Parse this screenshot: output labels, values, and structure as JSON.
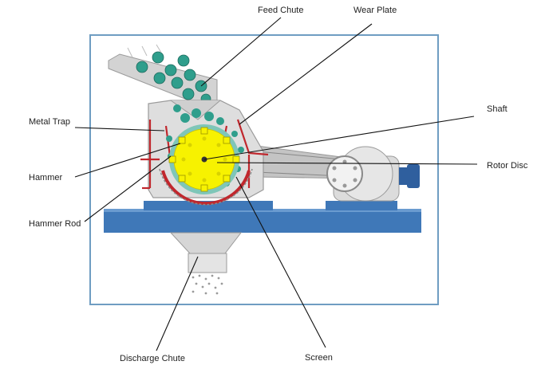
{
  "labels": {
    "feed_chute": "Feed Chute",
    "wear_plate": "Wear Plate",
    "metal_trap": "Metal Trap",
    "shaft": "Shaft",
    "hammer": "Hammer",
    "rotor_disc": "Rotor Disc",
    "hammer_rod": "Hammer Rod",
    "discharge_chute": "Discharge Chute",
    "screen": "Screen"
  },
  "colors": {
    "frame": "#6f9dc2",
    "base": "#3f78b8",
    "casing": "#d9d9d9",
    "casing_edge": "#9a9a9a",
    "trim": "#c0272d",
    "rotor": "#f7f200",
    "material": "#2f9e8c",
    "belt": "#bdbdbd",
    "motor": "#2f5f9e"
  }
}
